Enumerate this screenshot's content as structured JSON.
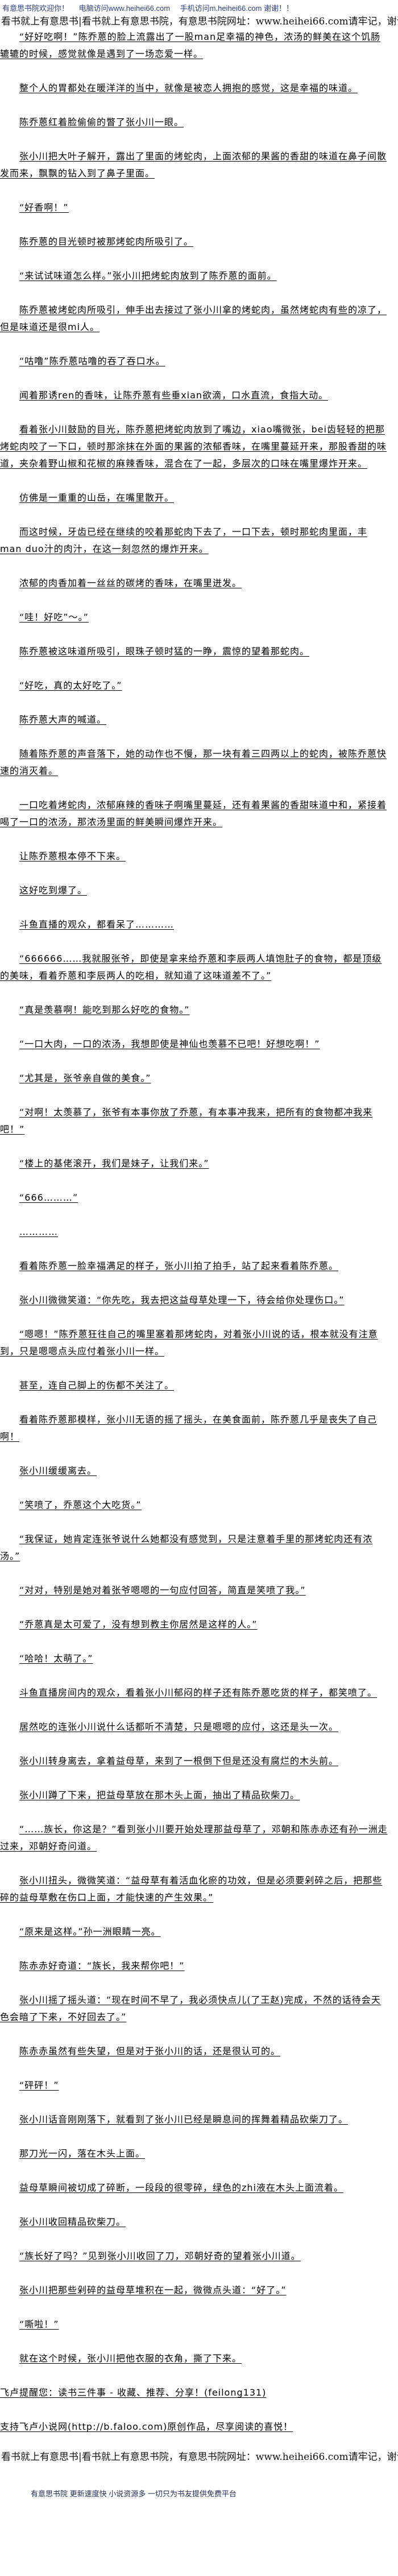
{
  "header": {
    "welcome": "有意思书院欢迎你！",
    "pc_visit": "电脑访问www.heihei66.com",
    "mobile_visit": "手机访问m.heihei66.com 谢谢！！",
    "slogan": "看书就上有意思书|看书就上有意思书院，有意思书院网址：www.heihei66.com请牢记，谢谢"
  },
  "paragraphs": [
    "“好好吃啊！”陈乔蒽的脸上流露出了一股man足幸福的神色，浓汤的鲜美在这个饥肠辘辘的时候，感觉就像是遇到了一场恋爱一样。",
    "整个人的胃都处在暖洋洋的当中，就像是被恋人拥抱的感觉，这是幸福的味道。",
    "陈乔蒽红着脸偷偷的瞥了张小川一眼。",
    "张小川把大叶子解开，露出了里面的烤蛇肉，上面浓郁的果酱的香甜的味道在鼻子间散发而来，飘飘的钻入到了鼻子里面。",
    "“好香啊！”",
    "陈乔蒽的目光顿时被那烤蛇肉所吸引了。",
    "“来试试味道怎么样。”张小川把烤蛇肉放到了陈乔蒽的面前。",
    "陈乔蒽被烤蛇肉所吸引，伸手出去接过了张小川拿的烤蛇肉，虽然烤蛇肉有些的凉了，但是味道还是很mi人。",
    "“咕噜”陈乔蒽咕噜的吞了吞口水。",
    "闻着那诱ren的香味，让陈乔蒽有些垂xian欲滴，口水直流，食指大动。",
    "看着张小川鼓励的目光，陈乔蒽把烤蛇肉放到了嘴边，xiao嘴微张，bei齿轻轻的把那烤蛇肉咬了一下口，顿时那涂抹在外面的果酱的浓郁香味，在嘴里蔓延开来，那股香甜的味道，夹杂着野山椒和花椒的麻辣香味，混合在了一起，多层次的口味在嘴里爆炸开来。",
    "仿佛是一重重的山岳，在嘴里散开。",
    "而这时候，牙齿已经在继续的咬着那蛇肉下去了，一口下去，顿时那蛇肉里面，丰man duo汁的肉汁，在这一刻忽然的爆炸开来。",
    "浓郁的肉香加着一丝丝的碳烤的香味，在嘴里迸发。",
    "“哇！好吃”～。”",
    "陈乔蒽被这味道所吸引，眼珠子顿时猛的一睁，震惊的望着那蛇肉。",
    "“好吃，真的太好吃了。”",
    "陈乔蒽大声的喊道。",
    "随着陈乔蒽的声音落下，她的动作也不慢，那一块有着三四两以上的蛇肉，被陈乔蒽快速的消灭着。",
    "一口吃着烤蛇肉，浓郁麻辣的香味子啊嘴里蔓延，还有着果酱的香甜味道中和，紧接着喝了一口的浓汤，那浓汤里面的鲜美瞬间爆炸开来。",
    "让陈乔蒽根本停不下来。",
    "这好吃到爆了。",
    "斗鱼直播的观众，都看呆了…………",
    "“666666……我就服张爷，即使是拿来给乔蒽和李辰两人填饱肚子的食物，都是顶级的美味，看着乔蒽和李辰两人的吃相，就知道了这味道差不了。”",
    "“真是羡慕啊！能吃到那么好吃的食物。”",
    "“一口大肉，一口的浓汤，我想即使是神仙也羡慕不已吧！好想吃啊！”",
    "“尤其是，张爷亲自做的美食。”",
    "“对啊！太羡慕了，张爷有本事你放了乔蒽，有本事冲我来，把所有的食物都冲我来吧！”",
    "“楼上的基佬滚开，我们是妹子，让我们来。”",
    "“666………”",
    "…………",
    "看着陈乔蒽一脸幸福满足的样子，张小川拍了拍手，站了起来看着陈乔蒽。",
    "张小川微微笑道：“你先吃，我去把这益母草处理一下，待会给你处理伤口。”",
    "“嗯嗯！”陈乔蒽狂往自己的嘴里塞着那烤蛇肉，对着张小川说的话，根本就没有注意到，只是嗯嗯点头应付着张小川一样。",
    "甚至，连自己脚上的伤都不关注了。",
    "看着陈乔蒽那模样，张小川无语的摇了摇头，在美食面前，陈乔蒽几乎是丧失了自己啊！",
    "张小川缓缓离去。",
    "“笑喷了，乔蒽这个大吃货。”",
    "“我保证，她肯定连张爷说什么她都没有感觉到，只是注意着手里的那烤蛇肉还有浓汤。”",
    "“对对，特别是她对着张爷嗯嗯的一句应付回答，简直是笑喷了我。”",
    "“乔蒽真是太可爱了，没有想到教主你居然是这样的人。”",
    "“哈哈！太萌了。”",
    "斗鱼直播房间内的观众，看着张小川郁闷的样子还有陈乔蒽吃货的样子，都笑喷了。",
    "居然吃的连张小川说什么话都听不清楚，只是嗯嗯的应付，这还是头一次。",
    "张小川转身离去，拿着益母草，来到了一根倒下但是还没有腐烂的木头前。",
    "张小川蹲了下来，把益母草放在那木头上面，抽出了精品砍柴刀。",
    "“……族长，你这是？”看到张小川要开始处理那益母草了，邓朝和陈赤赤还有孙一洲走过来，邓朝好奇问道。",
    "张小川扭头，微微笑道：“益母草有着活血化瘀的功效，但是必须要剁碎之后，把那些碎的益母草敷在伤口上面，才能快速的产生效果。”",
    "“原来是这样。”孙一洲眼睛一亮。",
    "陈赤赤好奇道：“族长，我来帮你吧！”",
    "张小川摇了摇头道：“现在时间不早了，我必须快点儿(了王赵)完成，不然的话待会天色会暗了下来，不好回去了。”",
    "陈赤赤虽然有些失望，但是对于张小川的话，还是很认可的。",
    "“砰砰！”",
    "张小川话音刚刚落下，就看到了张小川已经是瞬息间的挥舞着精品砍柴刀了。",
    "那刀光一闪，落在木头上面。",
    "益母草瞬间被切成了碎断，一段段的很零碎，绿色的zhi液在木头上面流着。",
    "张小川收回精品砍柴刀。",
    "“族长好了吗？”见到张小川收回了刀，邓朝好奇的望着张小川道。",
    "张小川把那些剁碎的益母草堆积在一起，微微点头道：“好了。”",
    "“嘶啦！”",
    "就在这个时候，张小川把他衣服的衣角，撕了下来。"
  ],
  "notices": [
    "飞卢提醒您：读书三件事 - 收藏、推荐、分享！(feilong131)",
    "支持飞卢小说网(http://b.faloo.com)原创作品，尽享阅读的喜悦！"
  ],
  "footer": {
    "slogan": "看书就上有意思书|看书就上有意思书院，有意思书院网址：www.heihei66.com请牢记，谢谢",
    "note": "有意思书院 更新速度快 小说资源多 一切只为书友提供免费平台"
  }
}
